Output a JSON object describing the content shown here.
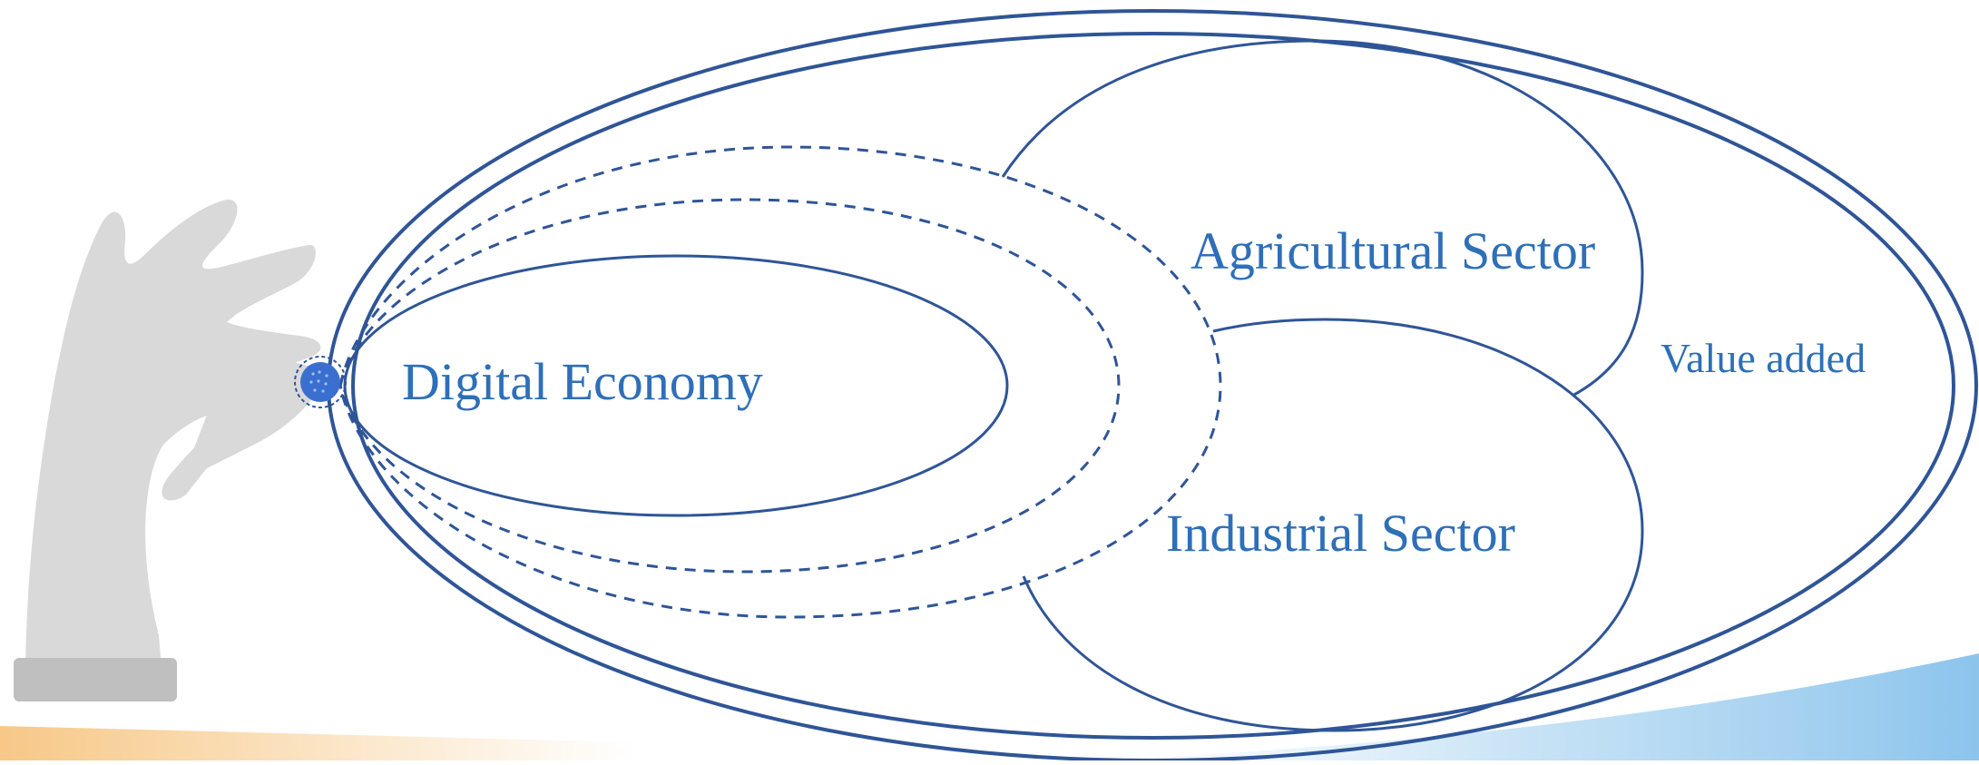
{
  "labels": {
    "digital_economy": "Digital Economy",
    "agricultural_sector": "Agricultural Sector",
    "industrial_sector": "Industrial Sector",
    "value_added": "Value added"
  },
  "icons": {
    "hand": "hand-pinching-icon",
    "seed": "seed-dot-icon"
  },
  "colors": {
    "line": "#2f5597",
    "text": "#2e6fb8",
    "hand": "#d9d9d9",
    "cuff": "#bfbfbf",
    "seed": "#3a6fd0",
    "band_left": "#f6c27a",
    "band_right": "#a9d1ee"
  }
}
